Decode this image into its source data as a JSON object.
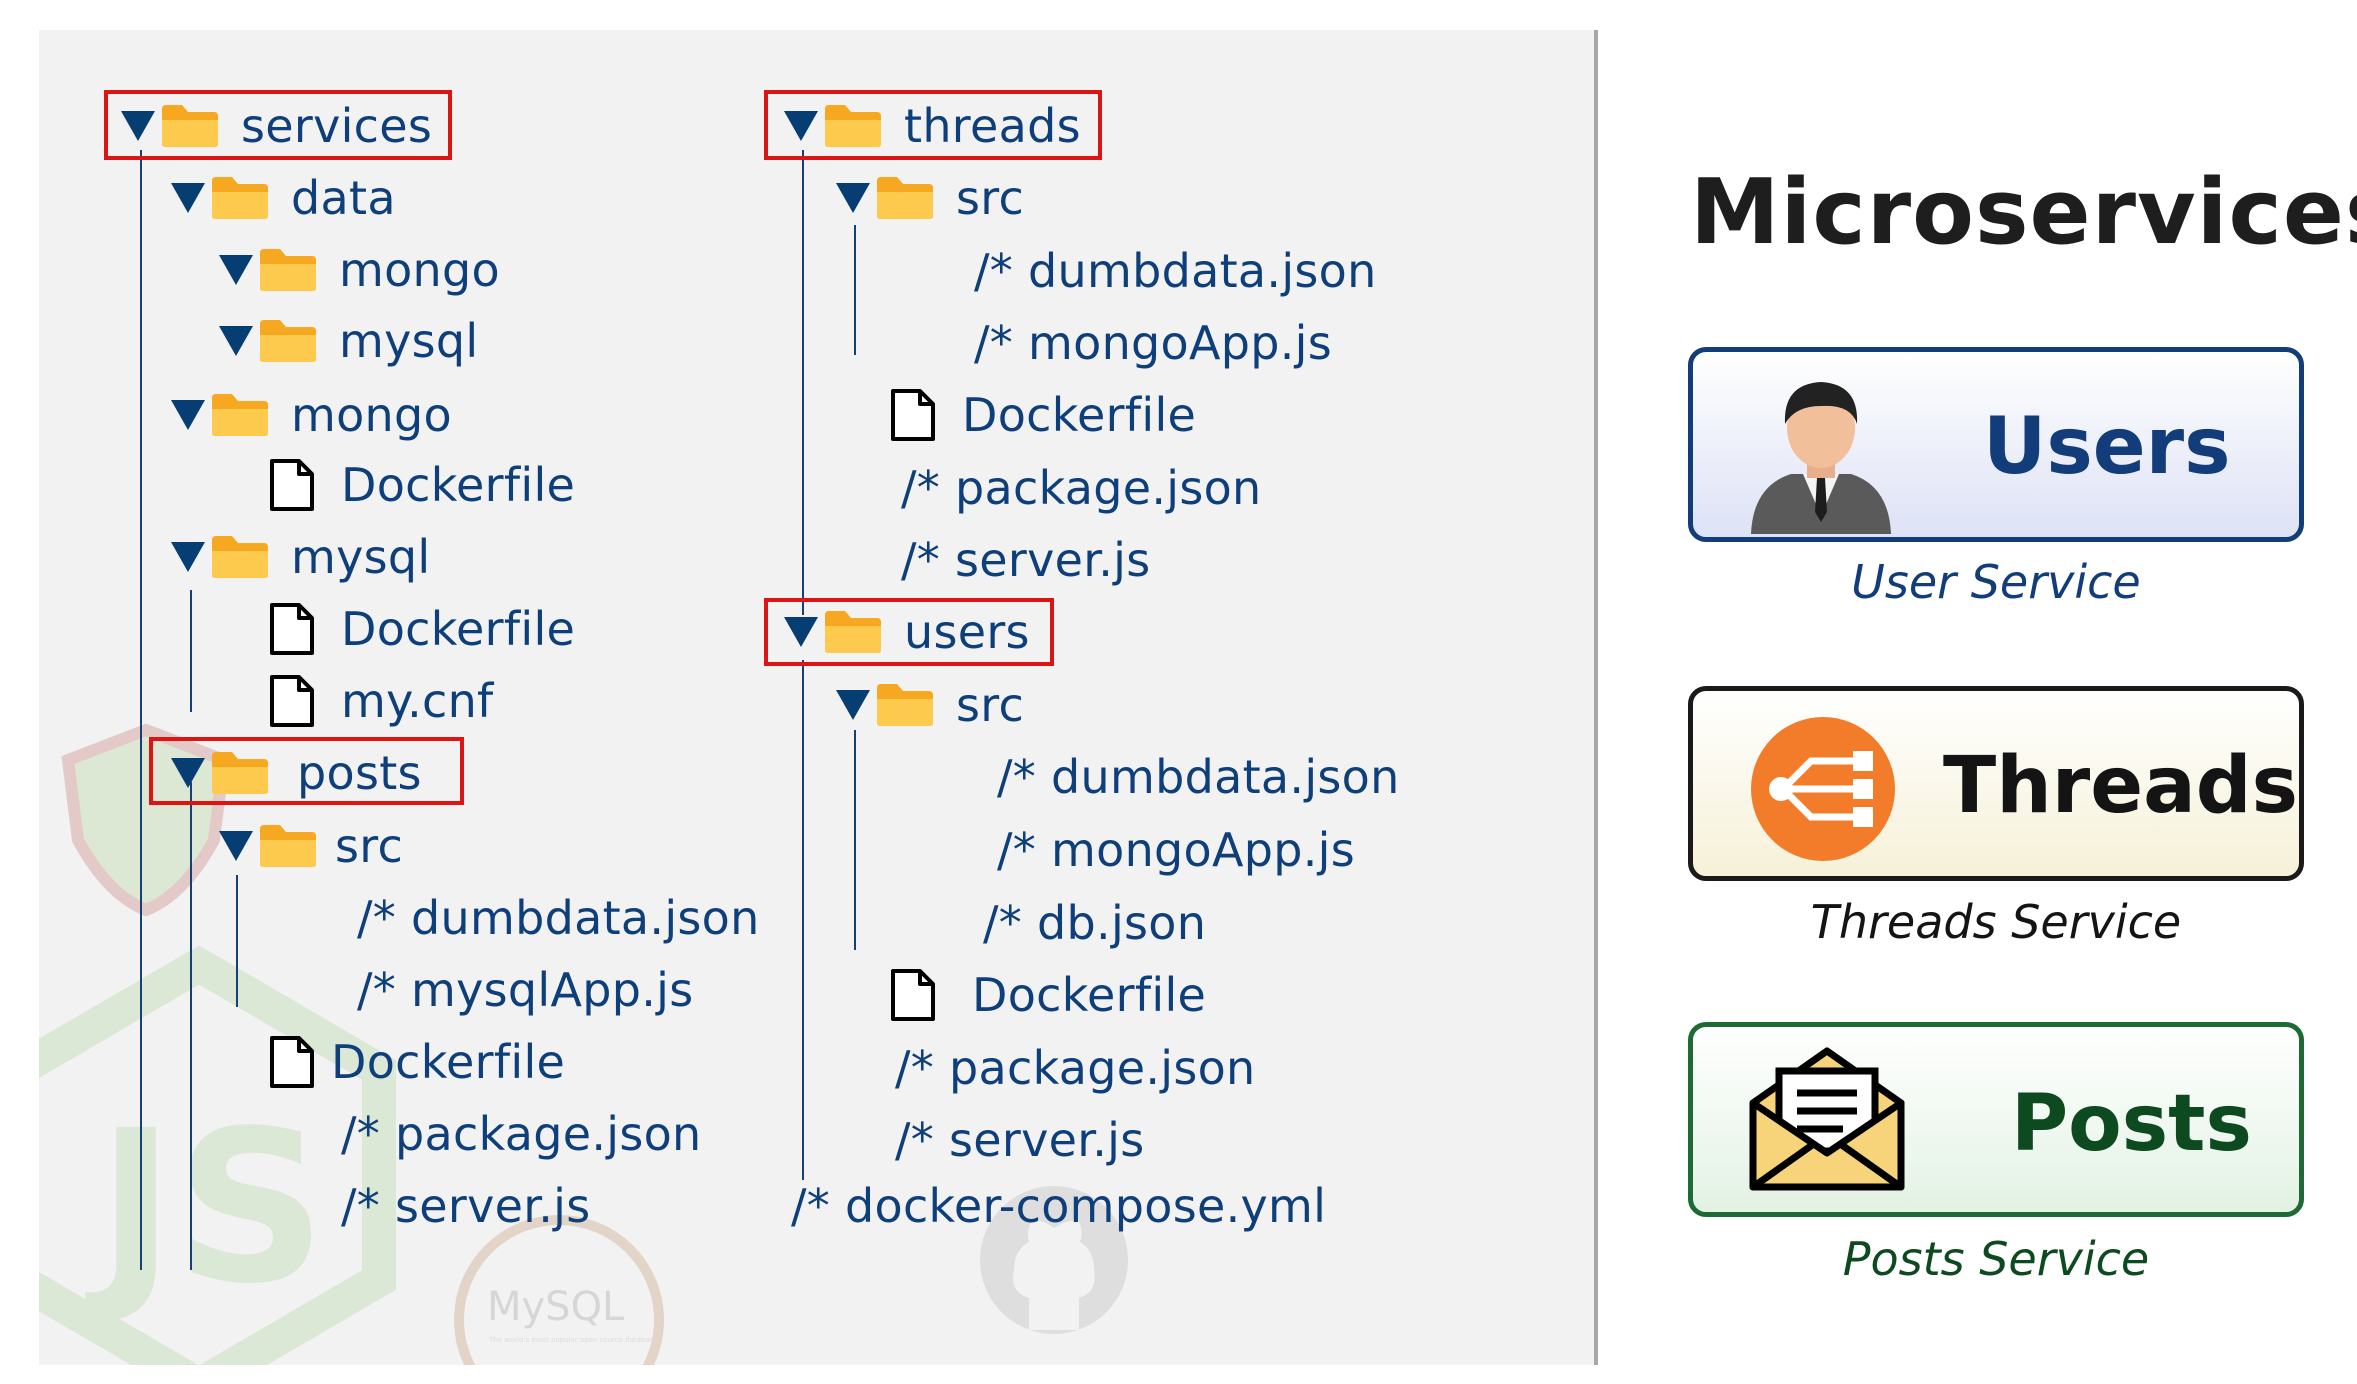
{
  "tree": {
    "services": "services",
    "data": "data",
    "mongo_sub": "mongo",
    "mysql_sub": "mysql",
    "mongo": "mongo",
    "mongo_dockerfile": "Dockerfile",
    "mysql": "mysql",
    "mysql_dockerfile": "Dockerfile",
    "mysql_mycnf": "my.cnf",
    "posts": "posts",
    "posts_src": "src",
    "posts_dumbdata": "/* dumbdata.json",
    "posts_mysqlapp": "/* mysqlApp.js",
    "posts_dockerfile": "Dockerfile",
    "posts_package": "/* package.json",
    "posts_server": "/* server.js",
    "threads": "threads",
    "threads_src": "src",
    "threads_dumbdata": "/* dumbdata.json",
    "threads_mongoapp": "/* mongoApp.js",
    "threads_dockerfile": "Dockerfile",
    "threads_package": "/* package.json",
    "threads_server": "/* server.js",
    "users": "users",
    "users_src": "src",
    "users_dumbdata": "/* dumbdata.json",
    "users_mongoapp": "/* mongoApp.js",
    "users_db": "/* db.json",
    "users_dockerfile": "Dockerfile",
    "users_package": "/* package.json",
    "users_server": "/* server.js",
    "compose": "/* docker-compose.yml"
  },
  "watermarks": {
    "mysql_logo": "MySQL",
    "mysql_tagline": "The world's most popular open source database",
    "node_logo": "JS"
  },
  "microservices": {
    "title": "Microservices",
    "users": {
      "name": "Users",
      "caption": "User Service",
      "border": "#123d7a",
      "fill_top": "#ffffff",
      "fill_bottom": "#dde2f5",
      "text_color": "#123d7a"
    },
    "threads": {
      "name": "Threads",
      "caption": "Threads Service",
      "border": "#1a1a1a",
      "fill_top": "#ffffff",
      "fill_bottom": "#f6f1d8",
      "text_color": "#141414",
      "icon_color": "#f37c2a"
    },
    "posts": {
      "name": "Posts",
      "caption": "Posts Service",
      "border": "#1e6a35",
      "fill_top": "#ffffff",
      "fill_bottom": "#e3f2e4",
      "text_color": "#0d4a1f"
    }
  }
}
